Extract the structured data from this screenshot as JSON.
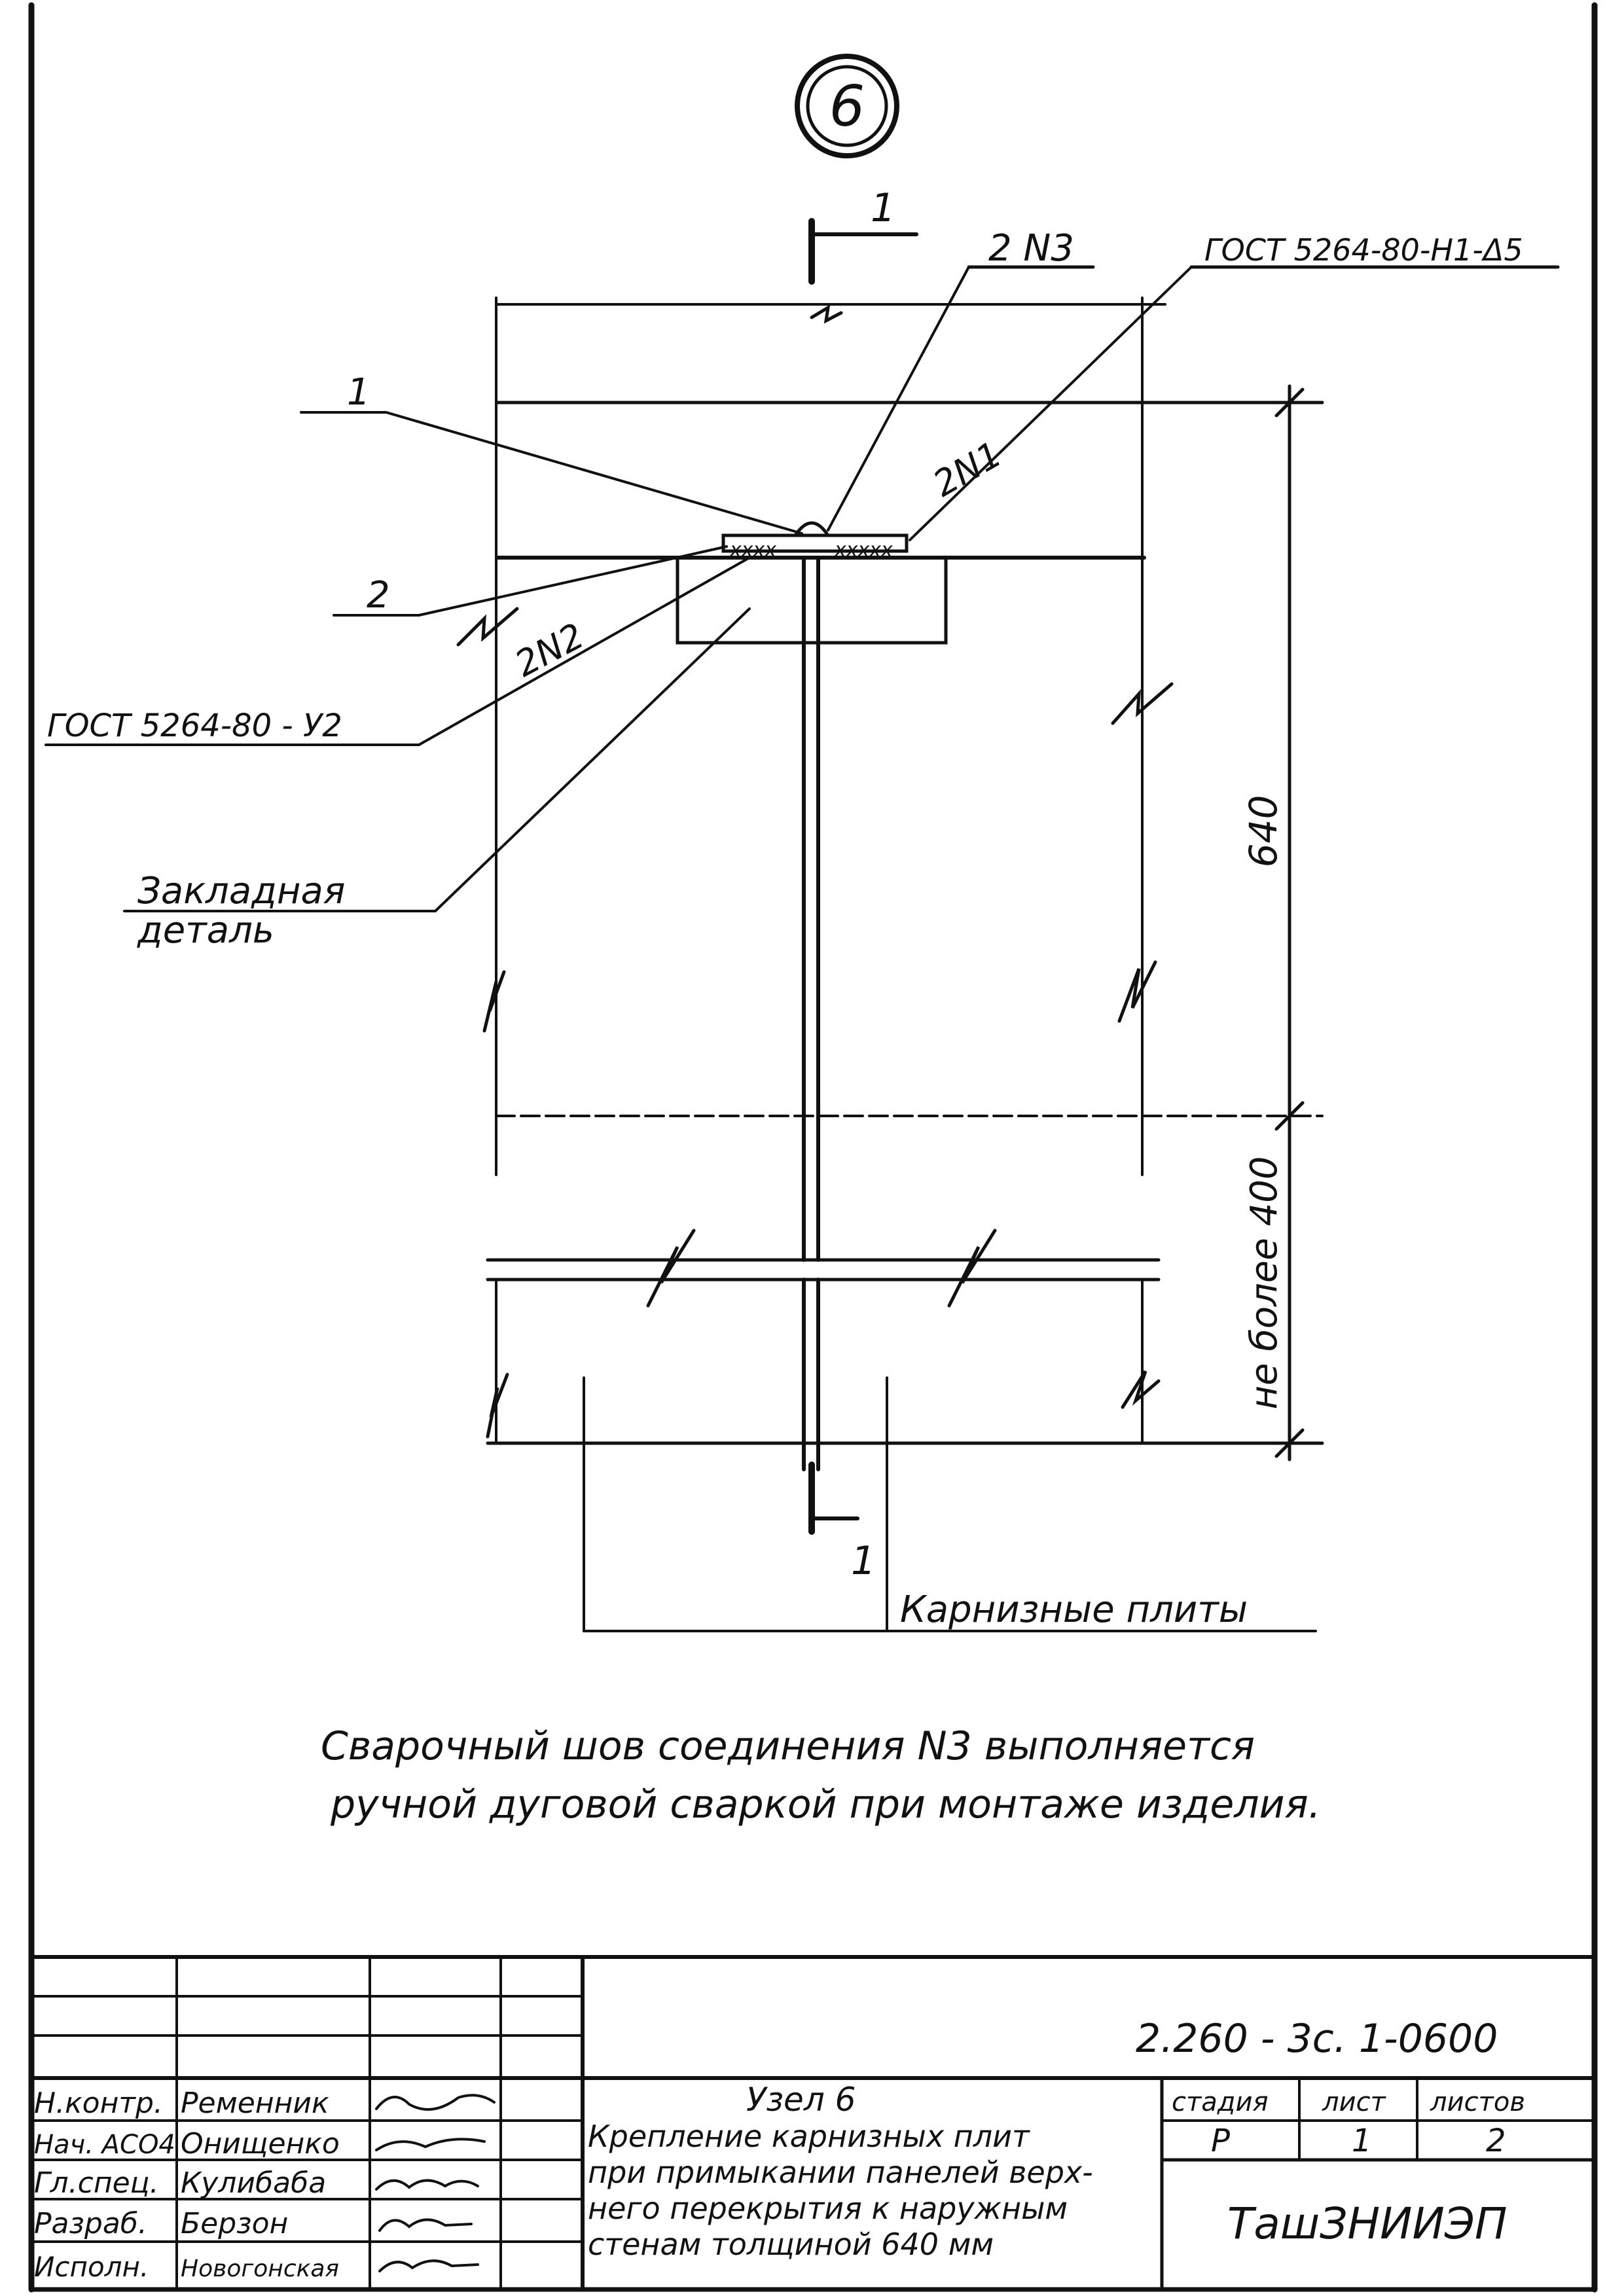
{
  "node_mark": "6",
  "section_mark": "1",
  "labels": {
    "weld_2n3": "2 N3",
    "gost_h1": "ГОСТ 5264-80-Н1-Δ5",
    "item_1": "1",
    "weld_2n1": "2N1",
    "item_2": "2",
    "weld_2n2": "2N2",
    "gost_u2": "ГОСТ 5264-80 - У2",
    "embedded_part_line1": "Закладная",
    "embedded_part_line2": "деталь",
    "dim_640": "640",
    "dim_not_more_400": "не более 400",
    "cornice_slabs": "Карнизные плиты"
  },
  "note": {
    "line1": "Сварочный шов соединения N3 выполняется",
    "line2": "ручной дуговой сваркой при монтаже изделия."
  },
  "title_block": {
    "doc_code": "2.260 - 3с. 1-0600",
    "rows": [
      {
        "role": "Н.контр.",
        "name": "Ременник"
      },
      {
        "role": "Нач. АСО4",
        "name": "Онищенко"
      },
      {
        "role": "Гл.спец.",
        "name": "Кулибаба"
      },
      {
        "role": "Разраб.",
        "name": "Берзон"
      },
      {
        "role": "Исполн.",
        "name": "Новогонская"
      }
    ],
    "title": [
      "Узел 6",
      "Крепление карнизных плит",
      "при примыкании панелей верх-",
      "него перекрытия к наружным",
      "стенам толщиной 640 мм"
    ],
    "stage_header": "стадия",
    "sheet_header": "лист",
    "sheets_header": "листов",
    "stage": "Р",
    "sheet": "1",
    "sheets": "2",
    "organization": "ТашЗНИИЭП"
  }
}
